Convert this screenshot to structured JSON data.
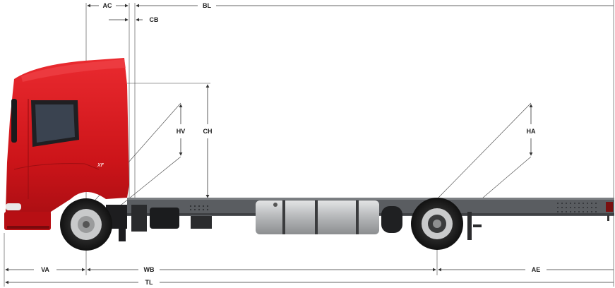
{
  "dimensions": {
    "ac": "AC",
    "bl": "BL",
    "cb": "CB",
    "hv": "HV",
    "ch": "CH",
    "ha": "HA",
    "va": "VA",
    "wb": "WB",
    "ae": "AE",
    "tl": "TL"
  },
  "truck": {
    "cab_badge": "XF",
    "cab_color": "#d7141a",
    "frame_color": "#5a5d61",
    "tank_color": "#b8babc"
  }
}
